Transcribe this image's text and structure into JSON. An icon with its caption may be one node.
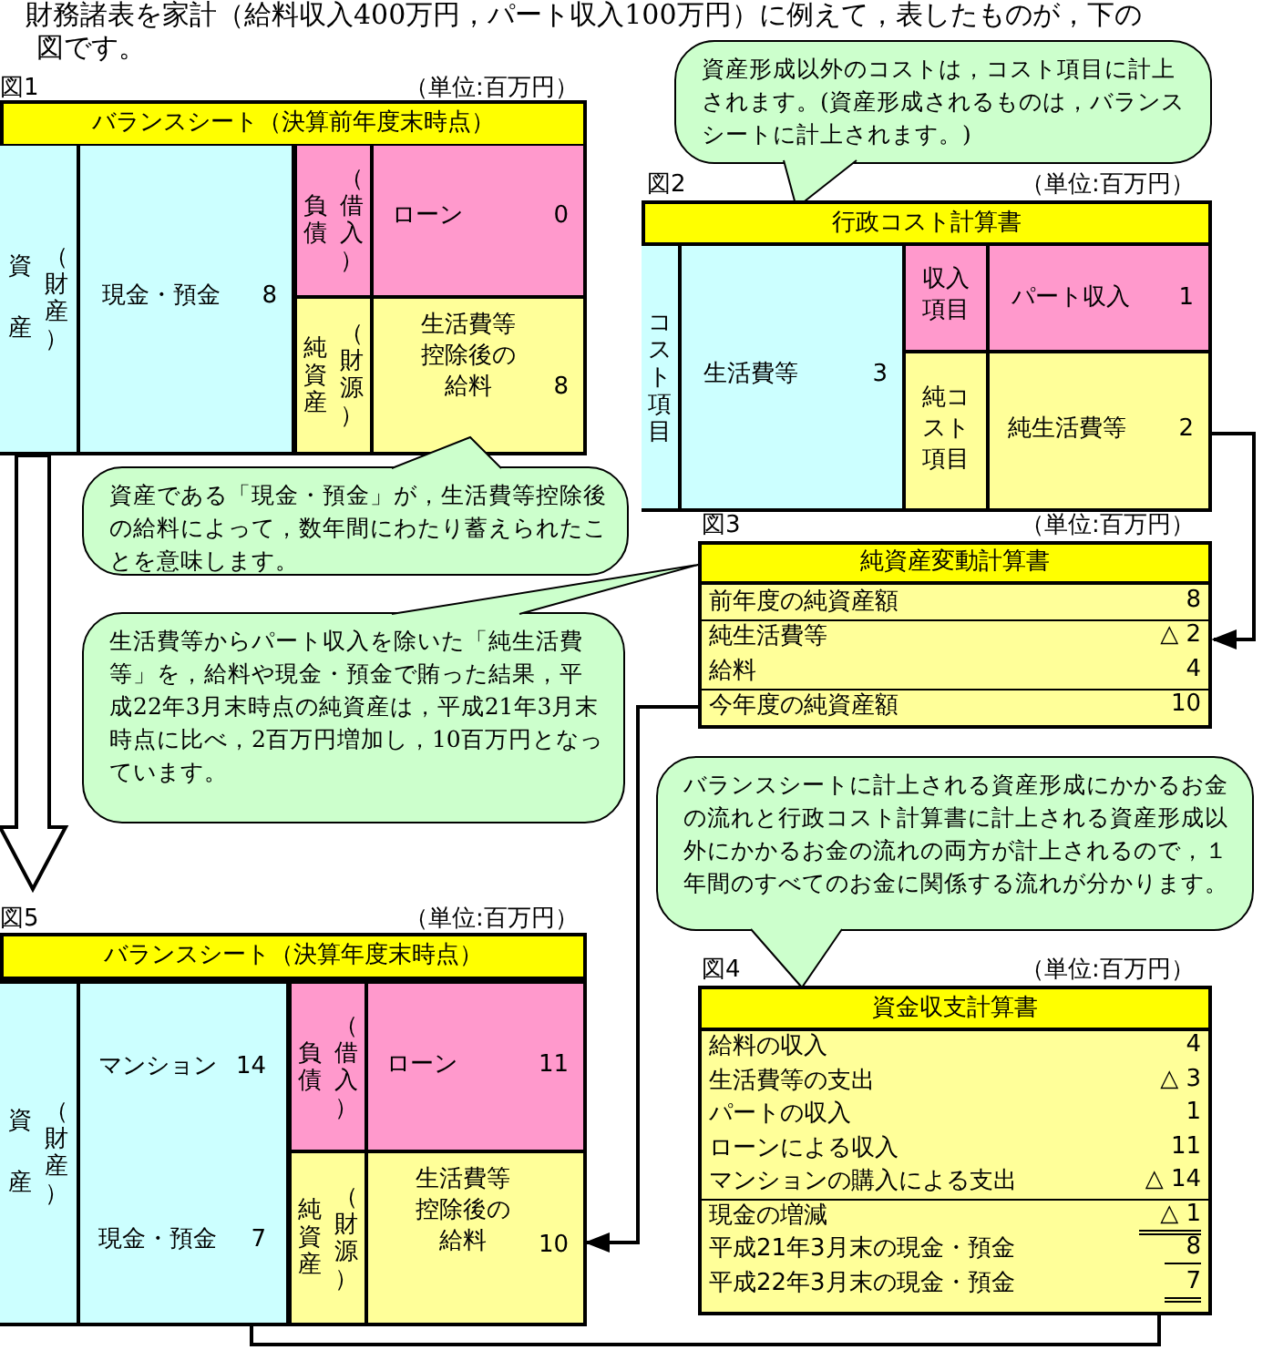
{
  "diagram": {
    "nodes": [
      {
        "text": [
          "バランスシート（決算前年度末時点）"
        ]
      },
      {
        "text": [
          "資産",
          "（財産）"
        ],
        "in": 0
      },
      {
        "text": [
          "現金・預金",
          "8"
        ],
        "in": 0
      },
      {
        "text": [
          "負債",
          "（借入）"
        ],
        "in": 0
      },
      {
        "text": [
          "ローン",
          "0"
        ],
        "in": 0
      },
      {
        "text": [
          "純資産",
          "（財源）"
        ],
        "in": 0
      },
      {
        "text": [
          "生活費等控除後の給料",
          "8"
        ],
        "in": 0
      },
      {
        "text": [
          "資産形成以外のコストは，コスト項目に計上されます。(資産形成されるものは，バランスシートに計上されます。)"
        ]
      },
      {
        "text": [
          "行政コスト計算書"
        ]
      },
      {
        "text": [
          "コスト項目"
        ],
        "in": 8
      },
      {
        "text": [
          "生活費等",
          "3"
        ],
        "in": 8
      },
      {
        "text": [
          "収入項目"
        ],
        "in": 8
      },
      {
        "text": [
          "パート収入",
          "1"
        ],
        "in": 8
      },
      {
        "text": [
          "純コスト項目"
        ],
        "in": 8
      },
      {
        "text": [
          "純生活費等",
          "2"
        ],
        "in": 8
      },
      {
        "text": [
          "資産である「現金・預金」が，生活費等控除後の給料によって，数年間にわたり蓄えられたことを意味します。"
        ]
      },
      {
        "text": [
          "純資産変動計算書"
        ]
      },
      {
        "text": [
          "前年度の純資産額",
          "8"
        ],
        "in": 16
      },
      {
        "text": [
          "純生活費等",
          "△ 2"
        ],
        "in": 16
      },
      {
        "text": [
          "給料",
          "4"
        ],
        "in": 16
      },
      {
        "text": [
          "今年度の純資産額",
          "10"
        ],
        "in": 16
      },
      {
        "text": [
          "生活費等からパート収入を除いた「純生活費等」を，給料や現金・預金で賄った結果，平成22年3月末時点の純資産は，平成21年3月末時点に比べ，2百万円増加し，10百万円となっています。"
        ]
      },
      {
        "text": [
          "バランスシートに計上される資産形成にかかるお金の流れと行政コスト計算書に計上される資産形成以外にかかるお金の流れの両方が計上されるので，１年間のすべてのお金に関係する流れが分かります。"
        ]
      },
      {
        "text": [
          "バランスシート（決算年度末時点）"
        ]
      },
      {
        "text": [
          "資産",
          "（財産）"
        ],
        "in": 23
      },
      {
        "text": [],
        "shape": "box",
        "in": 23
      },
      {
        "text": [
          "マンション",
          "14"
        ],
        "in": 25
      },
      {
        "text": [
          "現金・預金",
          "7"
        ],
        "in": 25
      },
      {
        "text": [
          "負債",
          "（借入）"
        ],
        "in": 23
      },
      {
        "text": [
          "ローン",
          "11"
        ],
        "in": 23
      },
      {
        "text": [
          "純資産",
          "（財源）"
        ],
        "in": 23
      },
      {
        "text": [
          "生活費等控除後の給料",
          "10"
        ],
        "in": 23
      },
      {
        "text": [
          "資金収支計算書"
        ]
      },
      {
        "text": [
          "給料の収入",
          "4"
        ],
        "in": 32
      },
      {
        "text": [
          "生活費等の支出",
          "△ 3"
        ],
        "in": 32
      },
      {
        "text": [
          "パートの収入",
          "1"
        ],
        "in": 32
      },
      {
        "text": [
          "ローンによる収入",
          "11"
        ],
        "in": 32
      },
      {
        "text": [
          "マンションの購入による支出",
          "△ 14"
        ],
        "in": 32
      },
      {
        "text": [
          "現金の増減",
          "△ 1"
        ],
        "in": 32
      },
      {
        "text": [
          "平成21年3月末の現金・預金",
          "8"
        ],
        "in": 32
      },
      {
        "text": [
          "平成22年3月末の現金・預金",
          "7"
        ],
        "in": 32
      }
    ],
    "edges": [
      {
        "from": 1,
        "to": 24,
        "arrow": "to",
        "style": "thick"
      },
      {
        "from": 14,
        "to": 18,
        "arrow": "to"
      },
      {
        "from": 20,
        "to": 31,
        "arrow": "to"
      },
      {
        "from": 40,
        "to": 27,
        "arrow": "to"
      }
    ],
    "labels": [
      "財務諸表を家計（給料収入400万円，パート収入100万円）に例えて，表したものが，下の",
      "図です。",
      "図1",
      "（単位:百万円）",
      "図2",
      "（単位:百万円）",
      "図3",
      "（単位:百万円）",
      "図5",
      "（単位:百万円）",
      "図4",
      "（単位:百万円）"
    ]
  }
}
